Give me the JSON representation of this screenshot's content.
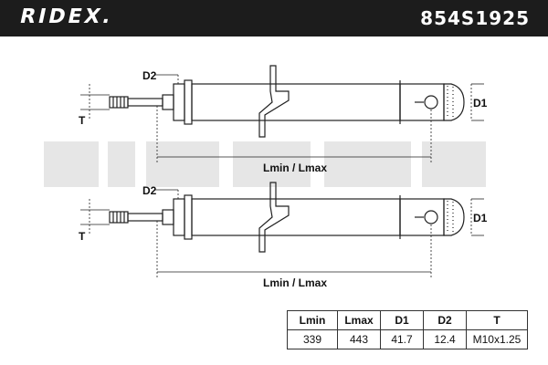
{
  "header": {
    "brand": "RIDEX.",
    "part_number": "854S1925"
  },
  "diagram": {
    "label_d1": "D1",
    "label_d2": "D2",
    "label_t": "T",
    "label_length": "Lmin / Lmax"
  },
  "specs": {
    "headers": [
      "Lmin",
      "Lmax",
      "D1",
      "D2",
      "T"
    ],
    "values": [
      "339",
      "443",
      "41.7",
      "12.4",
      "M10x1.25"
    ]
  },
  "colors": {
    "header_bg": "#1c1c1c",
    "line": "#222222",
    "watermark": "#e6e6e6"
  }
}
